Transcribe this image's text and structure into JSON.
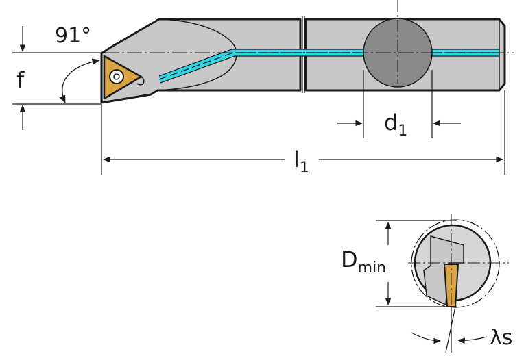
{
  "labels": {
    "angle": "91°",
    "f": "f",
    "d1_main": "d",
    "d1_sub": "1",
    "l1_main": "l",
    "l1_sub": "1",
    "dmin_main": "D",
    "dmin_sub": "min",
    "lambda_s": "λs"
  },
  "colors": {
    "body": "#c8c8c8",
    "outline": "#1a1a1a",
    "shank_circle": "#8a8a8a",
    "insert": "#d9a441",
    "coolant": "#2fd6e6",
    "bore": "#d6d6d6"
  }
}
